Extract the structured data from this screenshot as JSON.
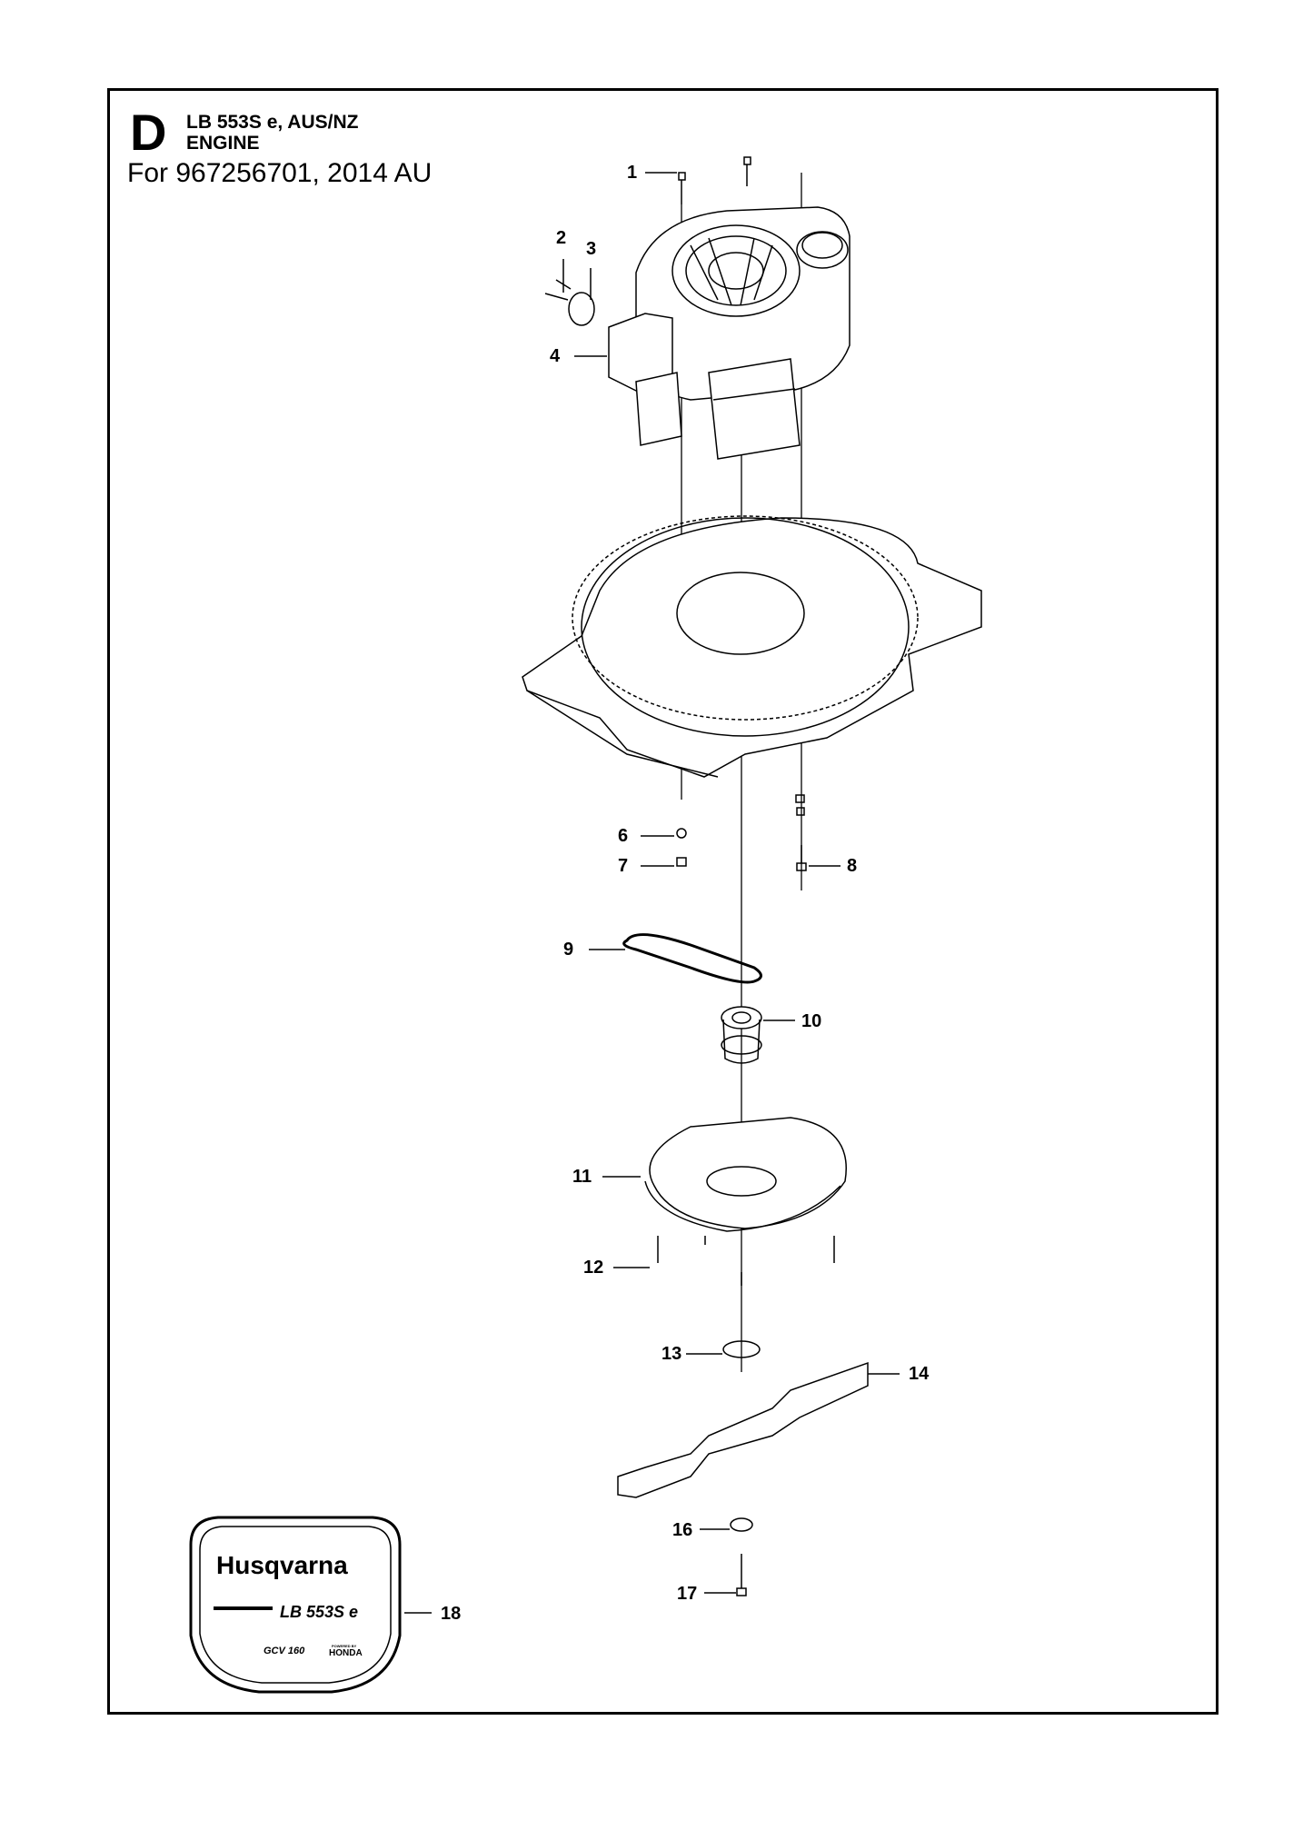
{
  "header": {
    "section_letter": "D",
    "model": "LB 553S e, AUS/NZ",
    "assembly": "ENGINE",
    "for_line": "For 967256701, 2014 AU"
  },
  "callouts": [
    "1",
    "2",
    "3",
    "4",
    "6",
    "7",
    "8",
    "9",
    "10",
    "11",
    "12",
    "13",
    "14",
    "16",
    "17",
    "18"
  ],
  "decal": {
    "brand": "Husqvarna",
    "model": "LB 553S e",
    "engine": "GCV 160",
    "engine_maker": "HONDA",
    "engine_maker_prefix": "POWERED BY"
  }
}
